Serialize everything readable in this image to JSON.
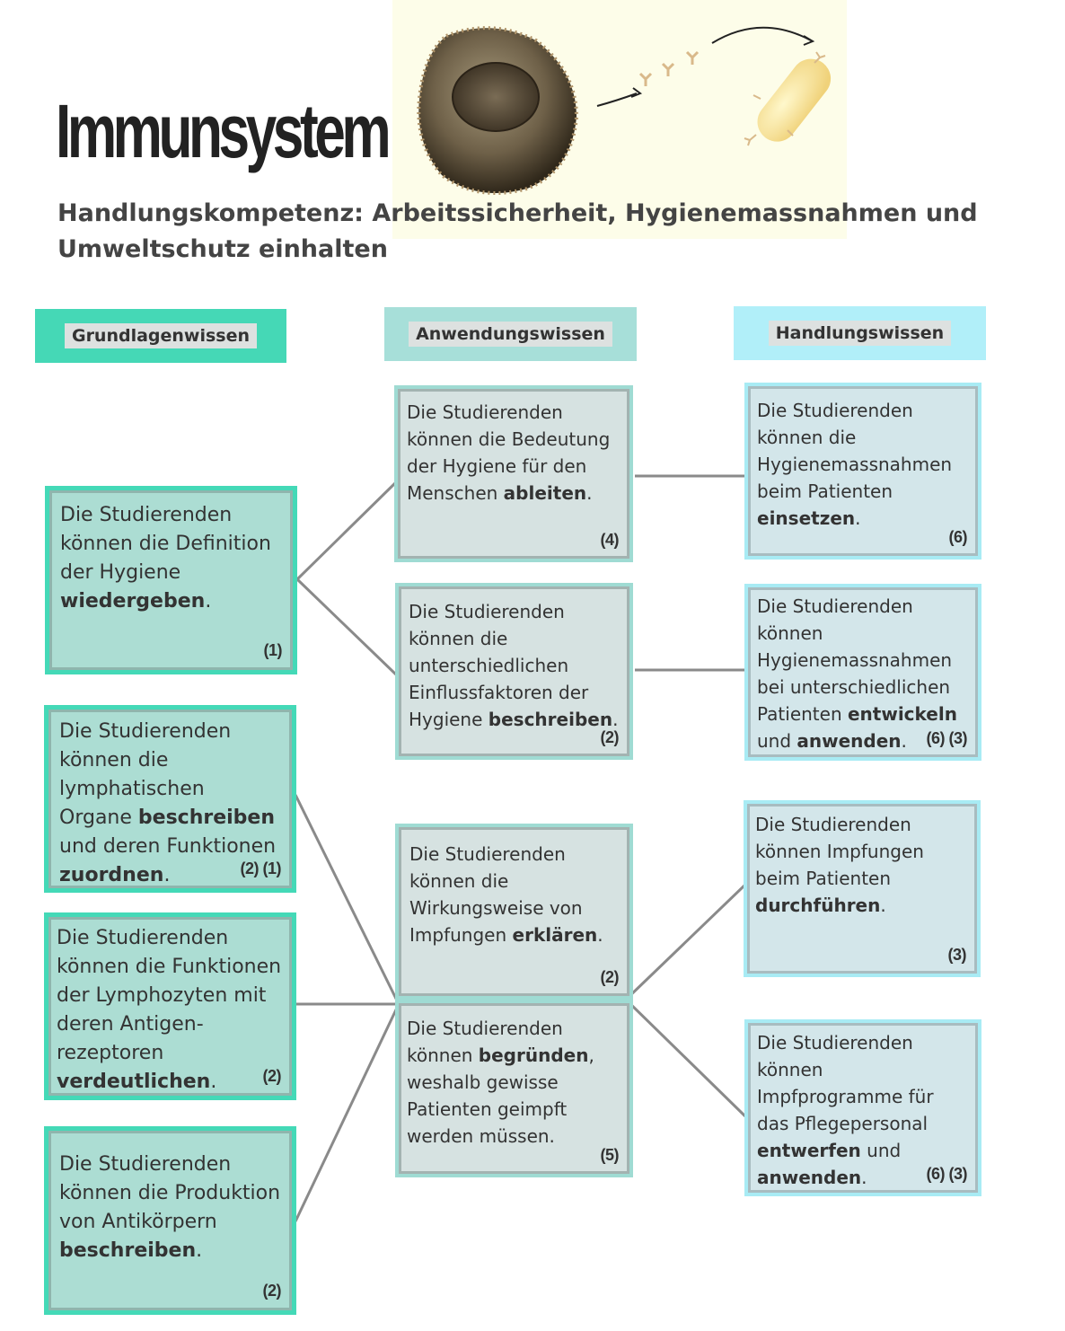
{
  "title": "Immunsystem I",
  "subtitle": "Handlungskompetenz: Arbeitssicherheit, Hygienemassnahmen und Umweltschutz einhalten",
  "columns": {
    "grundlagen": "Grundlagenwissen",
    "anwendung": "Anwendungswissen",
    "handlung": "Handlungswissen"
  },
  "boxes": {
    "g1": {
      "pre": "Die Studierenden können die Definition der Hygiene ",
      "bold": "wiedergeben",
      "post": ".",
      "ref": "(1)"
    },
    "g2": {
      "pre": "Die Studierenden können die lymphatischen Organe ",
      "bold": "beschreiben",
      "mid": " und deren Funktionen ",
      "bold2": "zuordnen",
      "post": ".",
      "ref": "(2) (1)"
    },
    "g3": {
      "pre": "Die Studierenden können die Funktionen der Lymphozyten mit deren Antigen-rezeptoren ",
      "bold": "verdeutlichen",
      "post": ".",
      "ref": "(2)"
    },
    "g4": {
      "pre": "Die Studierenden können die Produktion von Antikörpern ",
      "bold": "beschreiben",
      "post": ".",
      "ref": "(2)"
    },
    "a1": {
      "pre": "Die Studierenden können die Bedeutung der Hygiene für den Menschen ",
      "bold": "ableiten",
      "post": ".",
      "ref": "(4)"
    },
    "a2": {
      "pre": "Die Studierenden können die unterschiedlichen Einflussfaktoren der Hygiene ",
      "bold": "beschreiben",
      "post": ".",
      "ref": "(2)"
    },
    "a3": {
      "pre": "Die Studierenden können die Wirkungsweise von Impfungen ",
      "bold": "erklären",
      "post": ".",
      "ref": "(2)"
    },
    "a4": {
      "pre": "Die Studierenden können ",
      "bold": "begründen",
      "post": ", weshalb gewisse Patienten geimpft werden müssen.",
      "ref": "(5)"
    },
    "h1": {
      "pre": "Die Studierenden können die Hygienemassnahmen beim Patienten ",
      "bold": "einsetzen",
      "post": ".",
      "ref": "(6)"
    },
    "h2": {
      "pre": "Die Studierenden können Hygienemassnahmen bei unterschiedlichen Patienten ",
      "bold": "entwickeln",
      "mid": " und ",
      "bold2": "anwenden",
      "post": ".",
      "ref": "(6) (3)"
    },
    "h3": {
      "pre": "Die Studierenden können Impfungen beim Patienten ",
      "bold": "durchführen",
      "post": ".",
      "ref": "(3)"
    },
    "h4": {
      "pre": "Die Studierenden können Impfprogramme für das Pflegepersonal ",
      "bold": "entwerfen",
      "mid": " und ",
      "bold2": "anwenden",
      "post": ".",
      "ref": "(6) (3)"
    }
  }
}
